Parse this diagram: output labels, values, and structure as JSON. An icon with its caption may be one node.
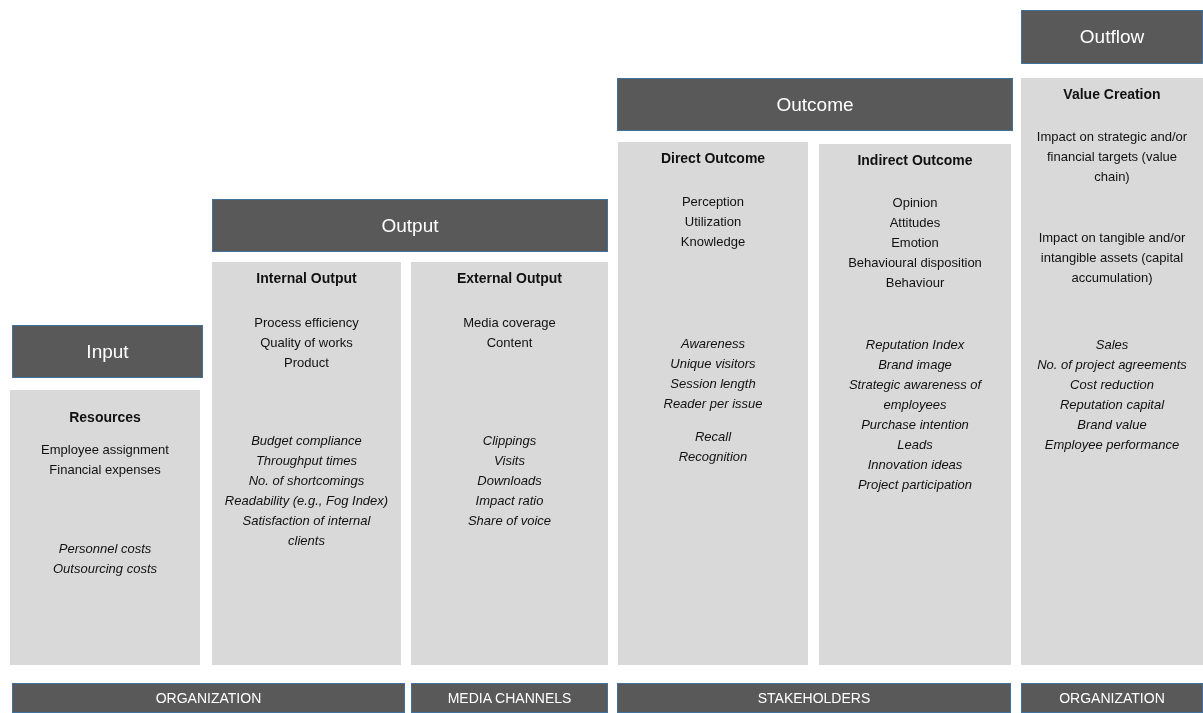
{
  "diagram": {
    "nodes": [
      {
        "text": [
          "Input"
        ]
      },
      {
        "text": [
          "Resources",
          "Employee assignment",
          "Financial expenses",
          "Personnel costs",
          "Outsourcing costs"
        ]
      },
      {
        "text": [
          "Output"
        ]
      },
      {
        "text": [
          "Internal Output",
          "Process efficiency",
          "Quality of works",
          "Product",
          "Budget compliance",
          "Throughput times",
          "No. of shortcomings",
          "Readability (e.g., Fog Index)",
          "Satisfaction of internal clients"
        ]
      },
      {
        "text": [
          "External Output",
          "Media coverage",
          "Content",
          "Clippings",
          "Visits",
          "Downloads",
          "Impact ratio",
          "Share of voice"
        ]
      },
      {
        "text": [
          "Outcome"
        ]
      },
      {
        "text": [
          "Direct Outcome",
          "Perception",
          "Utilization",
          "Knowledge",
          "Awareness",
          "Unique visitors",
          "Session length",
          "Reader per issue",
          "Recall",
          "Recognition"
        ]
      },
      {
        "text": [
          "Indirect Outcome",
          "Opinion",
          "Attitudes",
          "Emotion",
          "Behavioural disposition",
          "Behaviour",
          "Reputation Index",
          "Brand image",
          "Strategic awareness of employees",
          "Purchase intention",
          "Leads",
          "Innovation ideas",
          "Project participation"
        ]
      },
      {
        "text": [
          "Outflow"
        ]
      },
      {
        "text": [
          "Value Creation",
          "Impact on strategic and/or financial targets (value chain)",
          "Impact on tangible and/or intangible assets (capital accumulation)",
          "Sales",
          "No. of project agreements",
          "Cost reduction",
          "Reputation capital",
          "Brand value",
          "Employee performance"
        ]
      },
      {
        "text": [
          "ORGANIZATION"
        ]
      },
      {
        "text": [
          "MEDIA CHANNELS"
        ]
      },
      {
        "text": [
          "STAKEHOLDERS"
        ]
      },
      {
        "text": [
          "ORGANIZATION"
        ]
      }
    ],
    "edges": []
  }
}
